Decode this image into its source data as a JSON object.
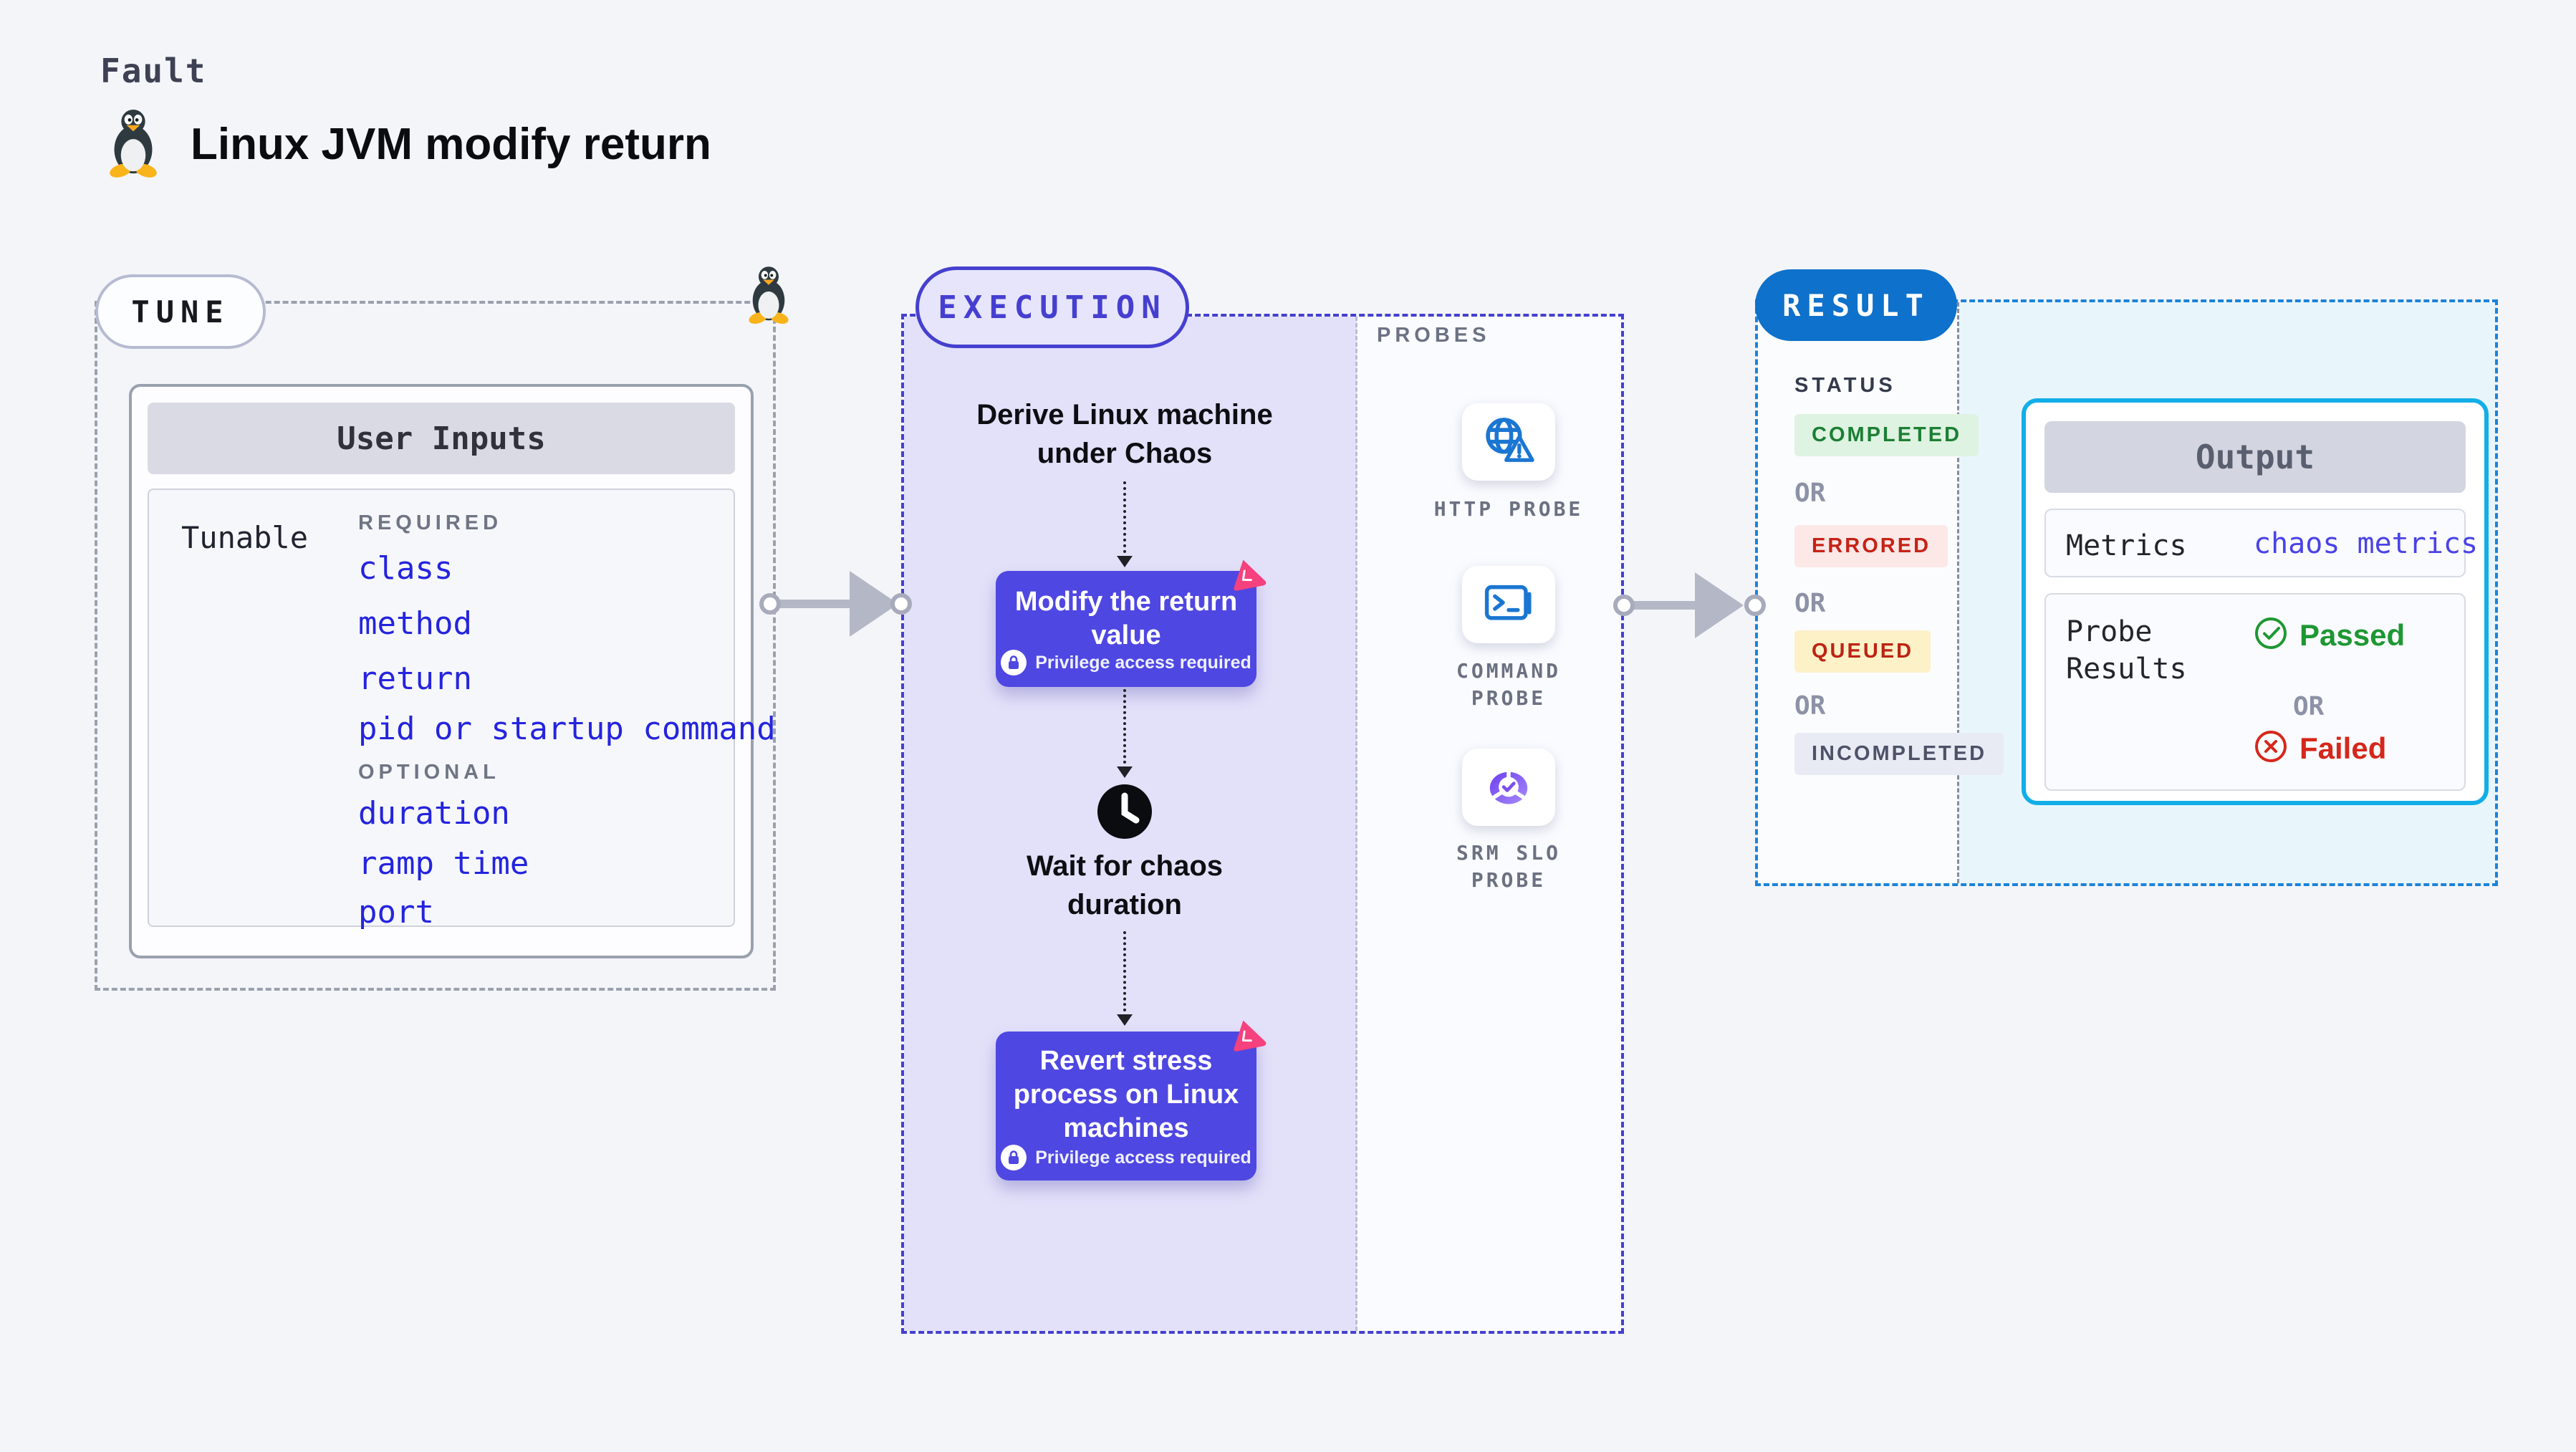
{
  "page": {
    "kicker": "Fault",
    "title": "Linux JVM modify return"
  },
  "tune": {
    "label": "TUNE",
    "card_header": "User Inputs",
    "row_label": "Tunable",
    "required_label": "REQUIRED",
    "required_items": [
      "class",
      "method",
      "return",
      "pid or startup command"
    ],
    "optional_label": "OPTIONAL",
    "optional_items": [
      "duration",
      "ramp time",
      "port"
    ]
  },
  "execution": {
    "label": "EXECUTION",
    "step_derive": "Derive Linux machine under Chaos",
    "step_modify": "Modify the return value",
    "step_wait": "Wait for chaos duration",
    "step_revert": "Revert stress process on Linux machines",
    "privilege_note": "Privilege access required"
  },
  "probes": {
    "label": "PROBES",
    "items": [
      {
        "name": "HTTP PROBE",
        "icon": "globe-alert-icon"
      },
      {
        "name": "COMMAND PROBE",
        "icon": "terminal-icon"
      },
      {
        "name": "SRM SLO PROBE",
        "icon": "slo-pie-icon"
      }
    ]
  },
  "result": {
    "label": "RESULT",
    "status_label": "STATUS",
    "or_label": "OR",
    "statuses": [
      {
        "label": "COMPLETED",
        "color": "#1c7f34"
      },
      {
        "label": "ERRORED",
        "color": "#c52316"
      },
      {
        "label": "QUEUED",
        "color": "#bc2413"
      },
      {
        "label": "INCOMPLETED",
        "color": "#4d5268"
      }
    ],
    "output": {
      "header": "Output",
      "metrics_label": "Metrics",
      "metrics_value": "chaos metrics",
      "probe_results_label": "Probe Results",
      "passed_label": "Passed",
      "failed_label": "Failed"
    }
  },
  "icons": {
    "penguin": "tux-penguin-icon",
    "lock": "lock-icon",
    "clock": "clock-icon",
    "chaos": "chaos-logo-icon",
    "globe_alert": "globe-alert-icon",
    "terminal": "terminal-icon",
    "slo_pie": "slo-pie-icon",
    "check": "check-circle-icon",
    "cross": "x-circle-icon"
  },
  "colors": {
    "accent_indigo": "#4f47e2",
    "accent_blue": "#0e71cb",
    "accent_cyan": "#12aee8",
    "accent_pink": "#f5417d",
    "probe_icon_blue": "#1b76d2",
    "item_blue": "#2424de",
    "passed_green": "#1e9733",
    "failed_red": "#d6271b",
    "lavender_bg": "#e3e1f9"
  }
}
